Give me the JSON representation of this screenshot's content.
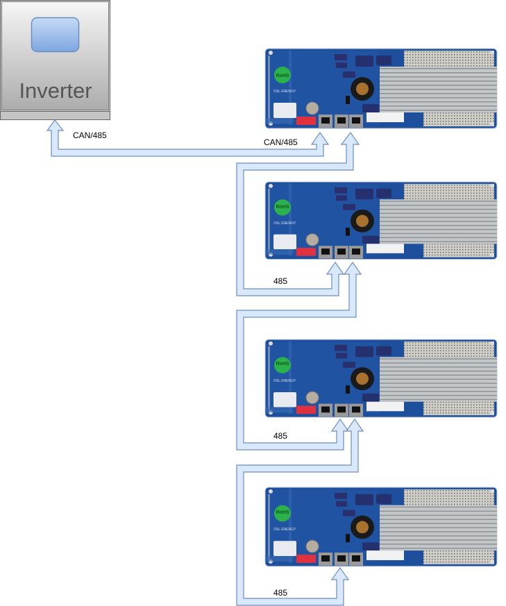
{
  "inverter": {
    "label": "Inverter"
  },
  "boards": [
    {
      "id": "bms-1",
      "logo": "RoHS",
      "brand": "OSL ENERGY"
    },
    {
      "id": "bms-2",
      "logo": "RoHS",
      "brand": "OSL ENERGY"
    },
    {
      "id": "bms-3",
      "logo": "RoHS",
      "brand": "OSL ENERGY"
    },
    {
      "id": "bms-4",
      "logo": "RoHS",
      "brand": "OSL ENERGY"
    }
  ],
  "labels": {
    "inverter_link": "CAN/485",
    "board1_link": "CAN/485",
    "link_2": "485",
    "link_3": "485",
    "link_4": "485"
  },
  "colors": {
    "connector_fill": "#dae8fc",
    "connector_stroke": "#6c8ebf",
    "board": "#1d4f9c"
  }
}
